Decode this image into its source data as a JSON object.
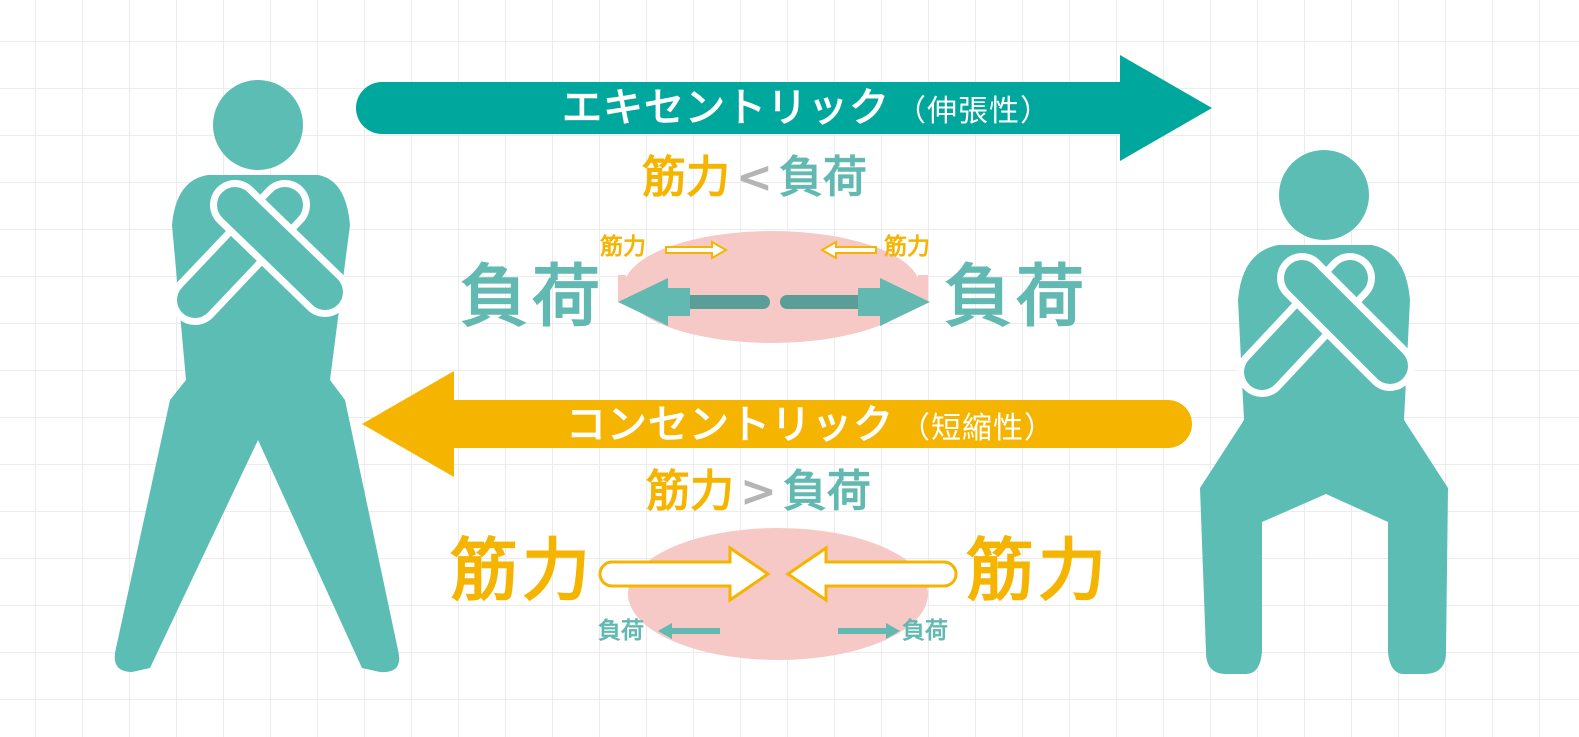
{
  "colors": {
    "teal": "#00a79d",
    "figure_teal": "#5cbdb5",
    "yellow": "#f5b400",
    "muscle_pink": "#f6c9c6",
    "gray": "#b5b5b5",
    "load_teal": "#62b9b1"
  },
  "eccentric": {
    "title": "エキセントリック",
    "subtitle": "（伸張性）",
    "relation": {
      "left": "筋力",
      "operator": "<",
      "right": "負荷"
    },
    "load_left": "負荷",
    "load_right": "負荷",
    "force_left": "筋力",
    "force_right": "筋力"
  },
  "concentric": {
    "title": "コンセントリック",
    "subtitle": "（短縮性）",
    "relation": {
      "left": "筋力",
      "operator": ">",
      "right": "負荷"
    },
    "force_left": "筋力",
    "force_right": "筋力",
    "load_left": "負荷",
    "load_right": "負荷"
  },
  "icons": {
    "figure_left": "standing-person-arms-crossed-icon",
    "figure_right": "squatting-person-arms-crossed-icon"
  }
}
